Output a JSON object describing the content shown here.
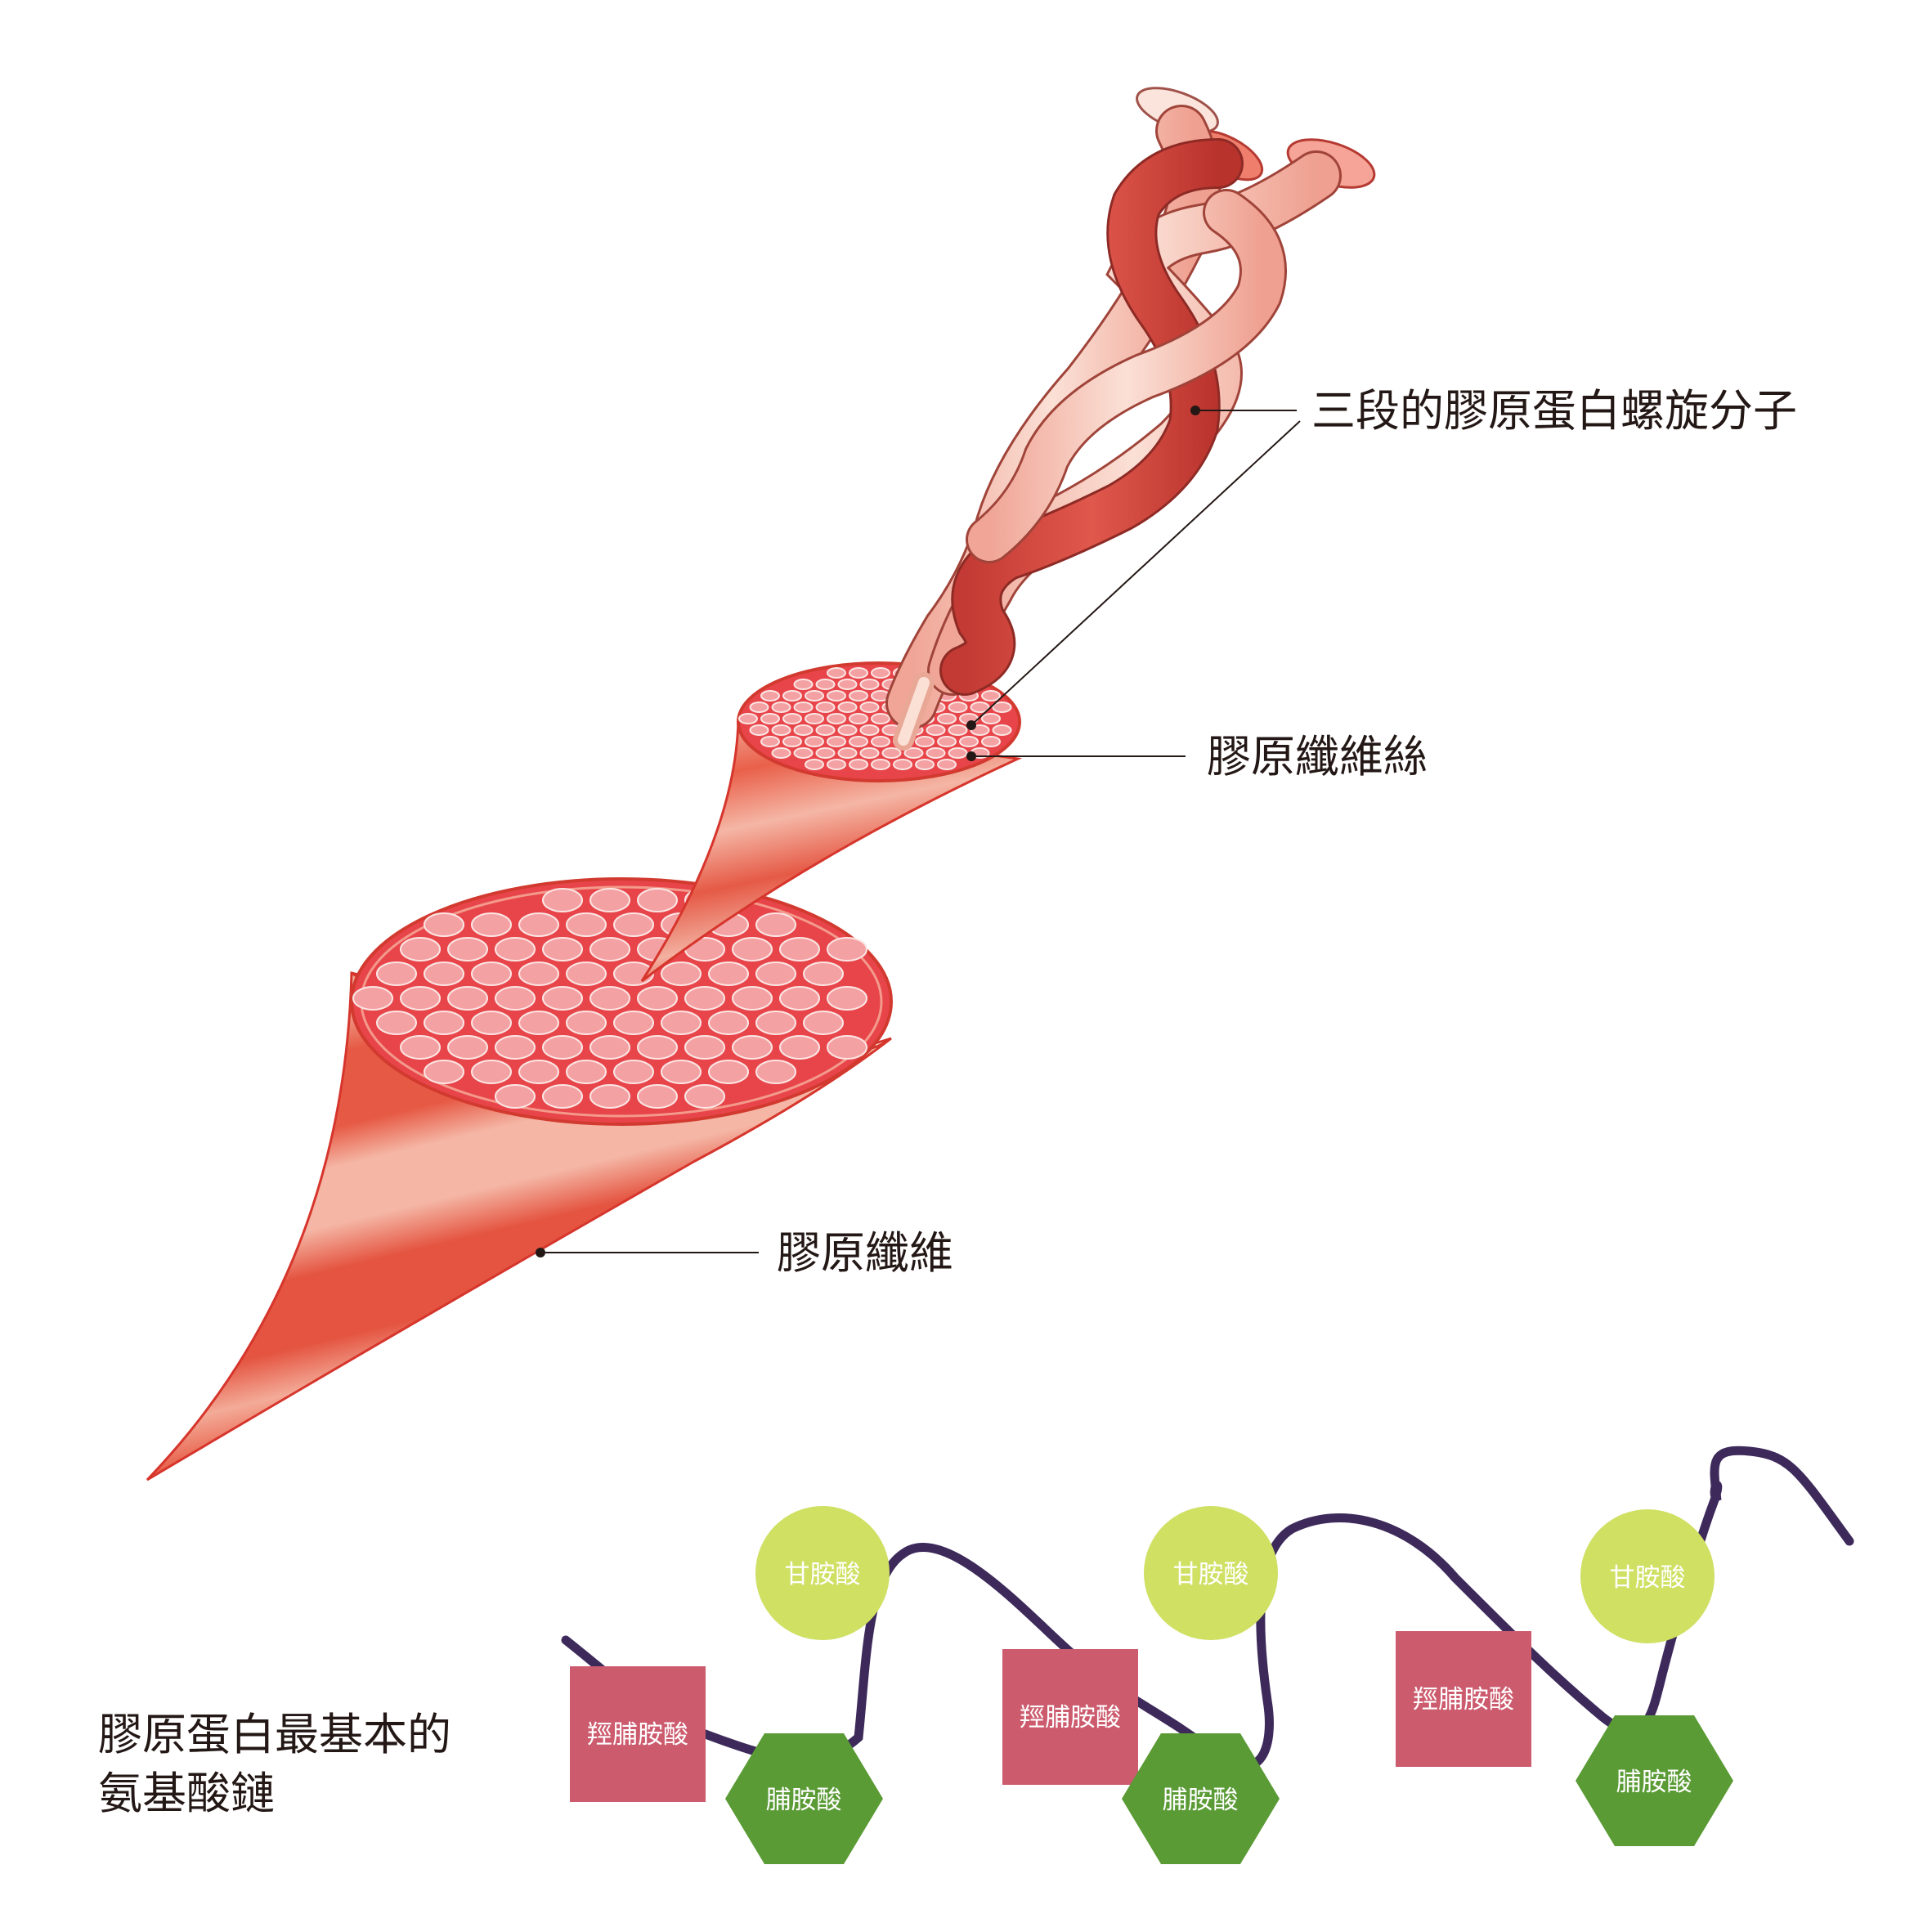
{
  "labels": {
    "helix": "三段的膠原蛋白螺旋分子",
    "fibril": "膠原纖維絲",
    "fiber": "膠原纖維",
    "chain_line1": "膠原蛋白最基本的",
    "chain_line2": "氨基酸鏈"
  },
  "molecules": {
    "glycine": "甘胺酸",
    "hydroxyproline": "羥脯胺酸",
    "proline": "脯胺酸"
  },
  "colors": {
    "glycine": "#cfe063",
    "hydroxyproline": "#cc5b6e",
    "proline": "#5a9b35",
    "chain": "#3d2a5a",
    "fiber_red": "#e34a3a",
    "fiber_light": "#f4b8aa",
    "fibril_face": "#e8454a",
    "strand_dark": "#d8443c",
    "strand_light": "#f6c3b5"
  }
}
